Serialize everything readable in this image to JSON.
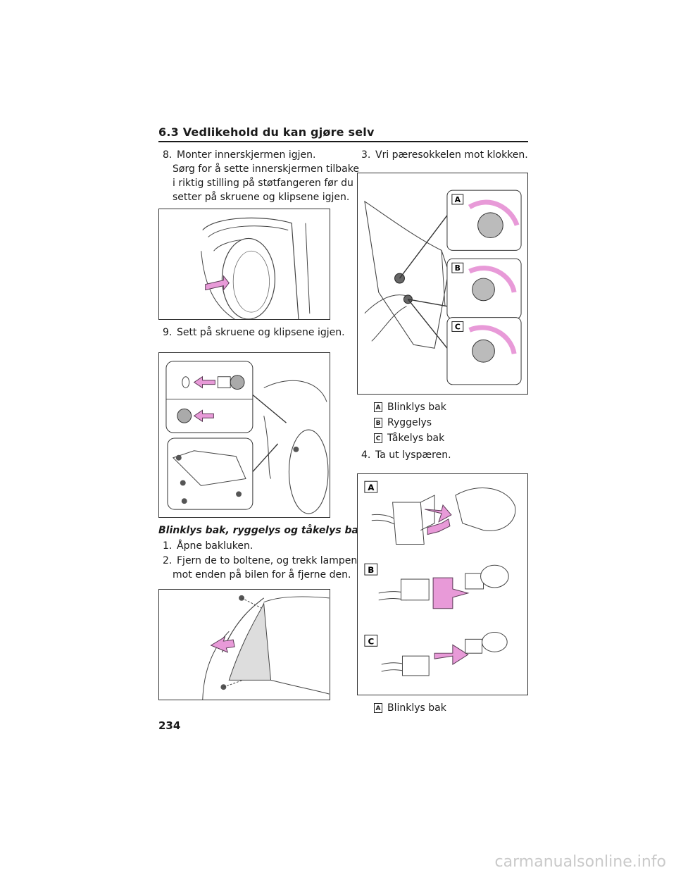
{
  "header": {
    "section_title": "6.3 Vedlikehold du kan gjøre selv"
  },
  "left_column": {
    "step8": {
      "num": "8.",
      "title": "Monter innerskjermen igjen.",
      "line1": "Sørg for å sette innerskjermen tilbake",
      "line2": "i riktig stilling på støtfangeren før du",
      "line3": "setter på skruene og klipsene igjen."
    },
    "step9": {
      "num": "9.",
      "title": "Sett på skruene og klipsene igjen."
    },
    "subheading": "Blinklys bak, ryggelys og tåkelys bak",
    "step1": {
      "num": "1.",
      "title": "Åpne bakluken."
    },
    "step2": {
      "num": "2.",
      "line1": "Fjern de to boltene, og trekk lampen",
      "line2": "mot enden på bilen for å fjerne den."
    }
  },
  "right_column": {
    "step3": {
      "num": "3.",
      "title": "Vri pæresokkelen mot klokken."
    },
    "legend1": [
      {
        "tag": "A",
        "label": "Blinklys bak"
      },
      {
        "tag": "B",
        "label": "Ryggelys"
      },
      {
        "tag": "C",
        "label": "Tåkelys bak"
      }
    ],
    "step4": {
      "num": "4.",
      "title": "Ta ut lyspæren."
    },
    "legend2": [
      {
        "tag": "A",
        "label": "Blinklys bak"
      }
    ]
  },
  "figure_tags": {
    "a": "A",
    "b": "B",
    "c": "C"
  },
  "footer": {
    "page_number": "234",
    "watermark": "carmanualsonline.info"
  },
  "colors": {
    "arrow": "#e89ad8",
    "arrow_stroke": "#5a3a55",
    "line": "#333333"
  }
}
